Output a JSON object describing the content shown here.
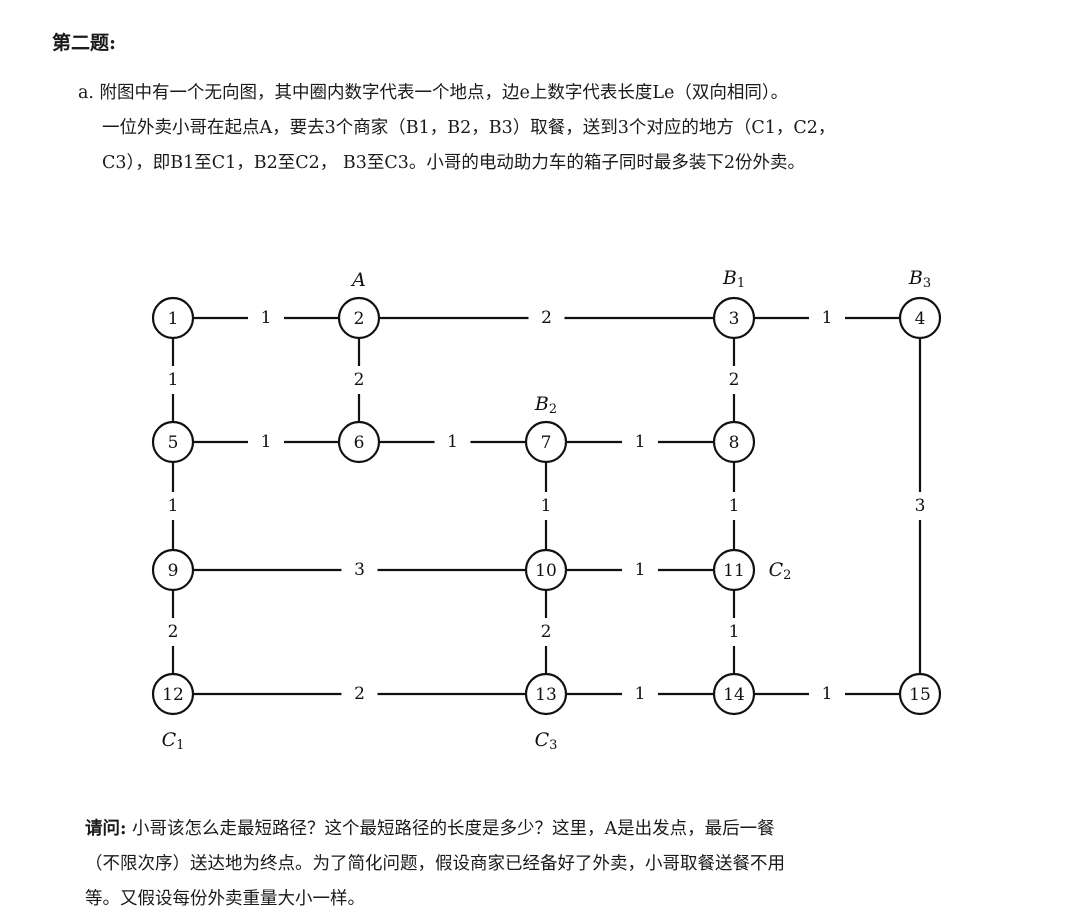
{
  "heading": "第二题:",
  "para_a": {
    "line1": "a. 附图中有一个无向图，其中圈内数字代表一个地点，边e上数字代表长度Le（双向相同）。",
    "line2": "一位外卖小哥在起点A，要去3个商家（B1，B2，B3）取餐，送到3个对应的地方（C1，C2，",
    "line3": "C3），即B1至C1，B2至C2，  B3至C3。小哥的电动助力车的箱子同时最多装下2份外卖。"
  },
  "graph": {
    "nodes": [
      {
        "id": "1"
      },
      {
        "id": "2"
      },
      {
        "id": "3"
      },
      {
        "id": "4"
      },
      {
        "id": "5"
      },
      {
        "id": "6"
      },
      {
        "id": "7"
      },
      {
        "id": "8"
      },
      {
        "id": "9"
      },
      {
        "id": "10"
      },
      {
        "id": "11"
      },
      {
        "id": "12"
      },
      {
        "id": "13"
      },
      {
        "id": "14"
      },
      {
        "id": "15"
      }
    ],
    "edges": [
      {
        "from": "1",
        "to": "2",
        "length": "1"
      },
      {
        "from": "2",
        "to": "3",
        "length": "2"
      },
      {
        "from": "3",
        "to": "4",
        "length": "1"
      },
      {
        "from": "1",
        "to": "5",
        "length": "1"
      },
      {
        "from": "2",
        "to": "6",
        "length": "2"
      },
      {
        "from": "3",
        "to": "8",
        "length": "2"
      },
      {
        "from": "4",
        "to": "15",
        "length": "3"
      },
      {
        "from": "5",
        "to": "6",
        "length": "1"
      },
      {
        "from": "6",
        "to": "7",
        "length": "1"
      },
      {
        "from": "7",
        "to": "8",
        "length": "1"
      },
      {
        "from": "5",
        "to": "9",
        "length": "1"
      },
      {
        "from": "7",
        "to": "10",
        "length": "1"
      },
      {
        "from": "8",
        "to": "11",
        "length": "1"
      },
      {
        "from": "9",
        "to": "10",
        "length": "3"
      },
      {
        "from": "10",
        "to": "11",
        "length": "1"
      },
      {
        "from": "9",
        "to": "12",
        "length": "2"
      },
      {
        "from": "10",
        "to": "13",
        "length": "2"
      },
      {
        "from": "11",
        "to": "14",
        "length": "1"
      },
      {
        "from": "12",
        "to": "13",
        "length": "2"
      },
      {
        "from": "13",
        "to": "14",
        "length": "1"
      },
      {
        "from": "14",
        "to": "15",
        "length": "1"
      }
    ],
    "roles": [
      {
        "node": "2",
        "letter": "A",
        "sub": ""
      },
      {
        "node": "3",
        "letter": "B",
        "sub": "1"
      },
      {
        "node": "4",
        "letter": "B",
        "sub": "3"
      },
      {
        "node": "7",
        "letter": "B",
        "sub": "2"
      },
      {
        "node": "11",
        "letter": "C",
        "sub": "2"
      },
      {
        "node": "12",
        "letter": "C",
        "sub": "1"
      },
      {
        "node": "13",
        "letter": "C",
        "sub": "3"
      }
    ]
  },
  "question": {
    "label": "请问:",
    "line1": "小哥该怎么走最短路径？这个最短路径的长度是多少？这里，A是出发点，最后一餐",
    "line2": "（不限次序）送达地为终点。为了简化问题，假设商家已经备好了外卖，小哥取餐送餐不用",
    "line3": "等。又假设每份外卖重量大小一样。"
  }
}
